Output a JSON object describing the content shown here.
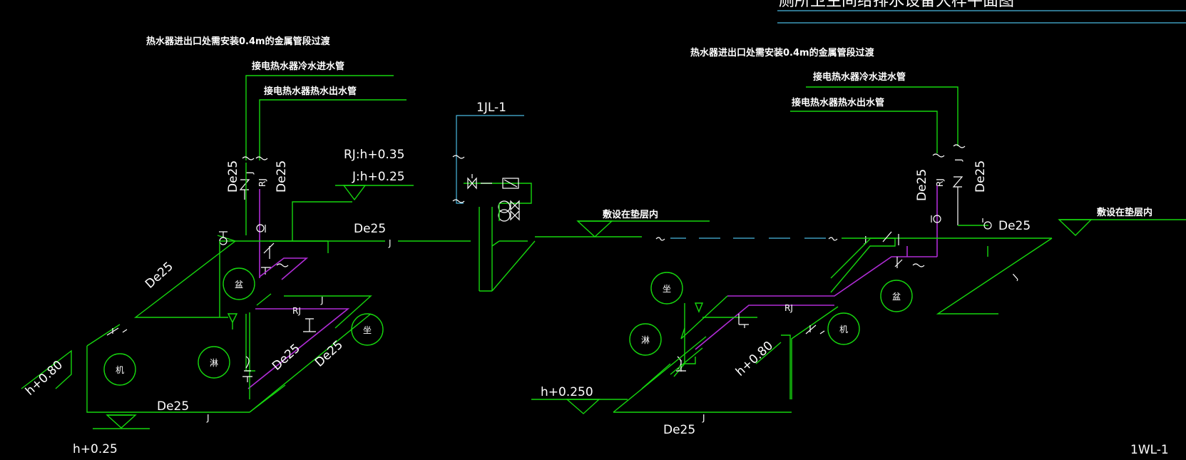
{
  "drawing": {
    "title_fragment": "厕所卫生间给排水设备大样平面图",
    "left": {
      "note_transition": "热水器进出口处需安装0.4m的金属管段过渡",
      "note_cold_in": "接电热水器冷水进水管",
      "note_hot_out": "接电热水器热水出水管",
      "label_de25_v1": "De25",
      "label_de25_v2": "De25",
      "label_j_small": "J",
      "label_rj_small": "RJ",
      "elev_rj": "RJ:h+0.35",
      "elev_j": "J:h+0.25",
      "label_main_de25": "De25",
      "label_main_j": "J",
      "label_diag_de25": "De25",
      "label_rj_mid": "RJ",
      "label_j_mid": "J",
      "label_de25_a": "De25",
      "label_de25_b": "De25",
      "label_bottom_de25": "De25",
      "label_bottom_j": "J",
      "elev_080": "h+0.80",
      "elev_025": "h+0.25",
      "fixtures": [
        "盆",
        "坐",
        "淋",
        "机"
      ]
    },
    "center": {
      "riser_label": "1JL-1",
      "note_embedded": "敷设在垫层内"
    },
    "right": {
      "note_transition": "热水器进出口处需安装0.4m的金属管段过渡",
      "note_cold_in": "接电热水器冷水进水管",
      "note_hot_out": "接电热水器热水出水管",
      "label_de25_v1": "De25",
      "label_de25_v2": "De25",
      "label_rj_small": "RJ",
      "label_j_small": "J",
      "label_de25_h": "De25",
      "note_embedded": "敷设在垫层内",
      "label_main_j": "J",
      "label_rj_mid": "RJ",
      "label_diag_j": "J",
      "elev_0250": "h+0.250",
      "elev_080": "h+0.80",
      "label_bottom_j": "J",
      "label_bottom_de25": "De25",
      "fixtures": [
        "坐",
        "盆",
        "淋",
        "机"
      ],
      "riser_label": "1WL-1"
    }
  }
}
